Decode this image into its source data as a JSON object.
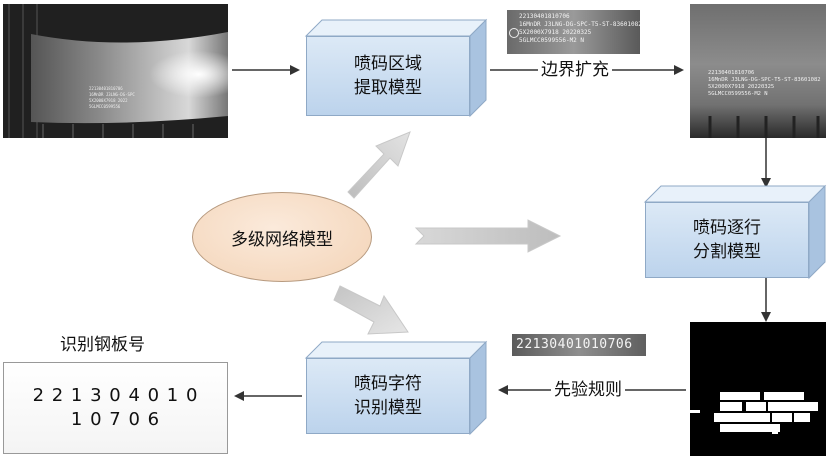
{
  "boxes": {
    "extract": {
      "line1": "喷码区域",
      "line2": "提取模型"
    },
    "segment": {
      "line1": "喷码逐行",
      "line2": "分割模型"
    },
    "recognize": {
      "line1": "喷码字符",
      "line2": "识别模型"
    }
  },
  "center": {
    "label": "多级网络模型"
  },
  "edges": {
    "expand": "边界扩充",
    "prior": "先验规则"
  },
  "result": {
    "title": "识别钢板号",
    "line1": "2 2 1 3 0 4 0 1 0",
    "line2": "1 0 7 0 6"
  },
  "crop_top": {
    "lines": [
      "22130401810706",
      "16MnDR J3LNG-DG-SPC-T5-ST-83601082",
      "5X2000X7918 20220325",
      "5GLMCC0599556-M2 N"
    ]
  },
  "crop_strip": {
    "text": "22130401010706"
  },
  "colors": {
    "box_top": "#dce9f6",
    "box_bottom": "#bcd3ec",
    "ellipse": "#f8dfc8",
    "arrow_gray": "#c9c9c9"
  }
}
